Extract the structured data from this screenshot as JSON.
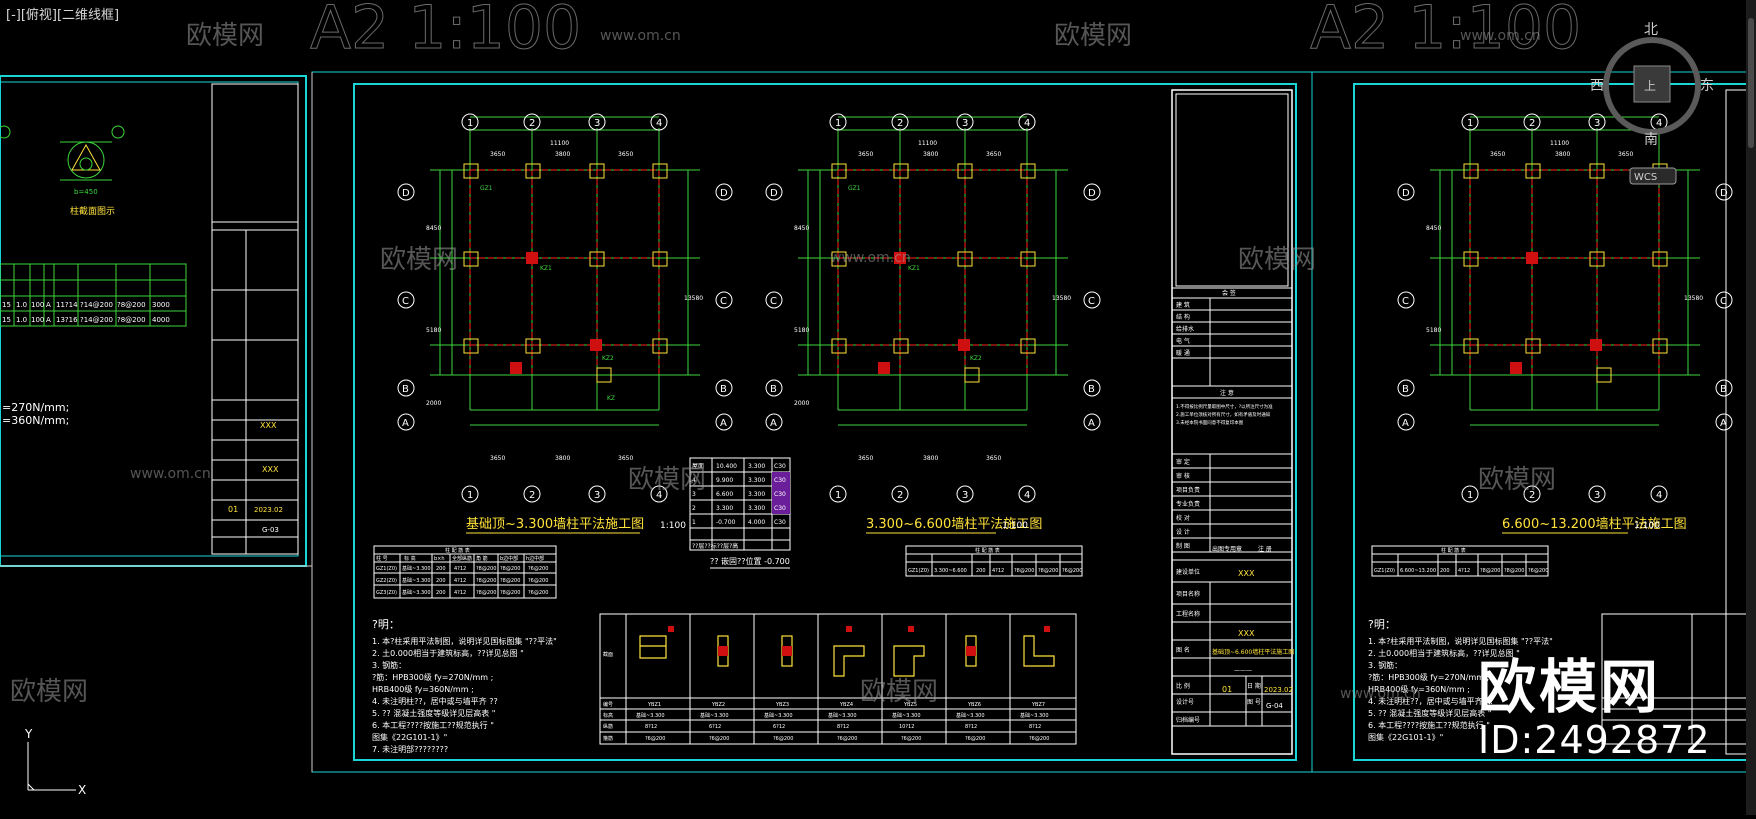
{
  "viewport": {
    "label": "[-][俯视][二维线框]"
  },
  "viewcube": {
    "north": "北",
    "south": "南",
    "east": "东",
    "west": "西",
    "top": "上",
    "wcs": "WCS"
  },
  "watermark": {
    "brand": "欧模网",
    "site": "www.om.cn",
    "id": "ID:2492872"
  },
  "sheet_codes": [
    "A2 1:100",
    "A2 1:100"
  ],
  "ucs": {
    "x": "X",
    "y": "Y"
  },
  "grid": {
    "cols": [
      "1",
      "2",
      "3",
      "4"
    ],
    "rows": [
      "A",
      "B",
      "C",
      "D"
    ],
    "total": "11100",
    "span_a": "3650",
    "span_b": "3800",
    "span_c": "3650",
    "left_dims": [
      "8450",
      "5180",
      "2000"
    ],
    "right_dim": "13580"
  },
  "plans": [
    {
      "title": "基础顶~3.300墙柱平法施工图",
      "scale": "1:100"
    },
    {
      "title": "3.300~6.600墙柱平法施工图",
      "scale": "1:100"
    },
    {
      "title": "6.600~13.200墙柱平法施工图",
      "scale": "1:100"
    }
  ],
  "labels": {
    "kz1": "KZ1",
    "kz2": "KZ2",
    "gz1": "GZ1",
    "kz": "KZ",
    "section_title": "柱截面图示"
  },
  "left_table": {
    "rows": [
      [
        "15",
        "1.0",
        "100",
        "A",
        "11?14",
        "?14@200",
        "?8@200",
        "3000"
      ],
      [
        "15",
        "1.0",
        "100",
        "A",
        "13?16",
        "?14@200",
        "?8@200",
        "4000"
      ]
    ]
  },
  "left_notes": [
    "=270N/mm;",
    "=360N/mm;"
  ],
  "left_titleblock": {
    "drawing_no": "G-03",
    "date": "2023.02",
    "rev": "01",
    "company": "XXX"
  },
  "elev_table": {
    "rows": [
      [
        "屋面",
        "10.400",
        "3.300",
        "C30"
      ],
      [
        "4",
        "9.900",
        "3.300",
        "C30"
      ],
      [
        "3",
        "6.600",
        "3.300",
        "C30"
      ],
      [
        "2",
        "3.300",
        "3.300",
        "C30"
      ],
      [
        "1",
        "-0.700",
        "4.000",
        "C30"
      ]
    ],
    "foot": "??层??标??层?高",
    "note": "?? 嵌固??位置 -0.700"
  },
  "col_table": {
    "title": "柱 配 筋 表",
    "header": [
      "柱 号",
      "标 高",
      "b×h",
      "全部纵筋",
      "角 筋",
      "b边中部",
      "h边中部",
      "箍 筋"
    ],
    "rows": [
      [
        "GZ1(Z0)",
        "基础~3.300",
        "200",
        "4?12",
        "?8@200",
        "?8@200",
        "?6@200"
      ],
      [
        "GZ2(Z0)",
        "基础~3.300",
        "200",
        "4?12",
        "?8@200",
        "?8@200",
        "?6@200"
      ],
      [
        "GZ3(Z0)",
        "基础~3.300",
        "200",
        "4?12",
        "?8@200",
        "?8@200",
        "?6@200"
      ]
    ]
  },
  "col_table_2": {
    "title": "柱 配 筋 表",
    "rows": [
      [
        "GZ1(Z0)",
        "3.300~6.600",
        "200",
        "4?12",
        "?8@200",
        "?8@200",
        "?6@200"
      ]
    ]
  },
  "col_table_3": {
    "title": "柱 配 筋 表",
    "rows": [
      [
        "GZ1(Z0)",
        "6.600~13.200",
        "200",
        "4?12",
        "?8@200",
        "?8@200",
        "?6@200"
      ]
    ]
  },
  "notes": {
    "title": "?明：",
    "lines": [
      "1. 本?柱采用平法制图，说明详见国标图集 \"??平法\"",
      "2. 土0.000相当于建筑标高，??详见总图 \"",
      "3. 钢筋：",
      "    ?筋：HPB300级  fy=270N/mm ;",
      "    HRB400级  fy=360N/mm ;",
      "4. 未注明柱??，居中或与墙平齐 ??",
      "5. ?? 混凝土强度等级详见层高表 \"",
      "6. 本工程????按施工??规范执行 \"",
      "    图集《22G101-1》\"",
      "7. 未注明部????????"
    ]
  },
  "detail_table": {
    "row_labels": [
      "截面",
      "编号",
      "标高",
      "纵筋",
      "箍筋"
    ],
    "cols": [
      [
        "YBZ1",
        "基础~3.300",
        "8?12",
        "?6@200"
      ],
      [
        "YBZ2",
        "基础~3.300",
        "6?12",
        "?6@200"
      ],
      [
        "YBZ3",
        "基础~3.300",
        "6?12",
        "?6@200"
      ],
      [
        "YBZ4",
        "基础~3.300",
        "8?12",
        "?6@200"
      ],
      [
        "YBZ5",
        "基础~3.300",
        "10?12",
        "?6@200"
      ],
      [
        "YBZ6",
        "基础~3.300",
        "8?12",
        "?6@200"
      ],
      [
        "YBZ7",
        "基础~3.300",
        "8?12",
        "?6@200"
      ]
    ]
  },
  "titleblock": {
    "header": "会 签",
    "sign_rows": [
      "建 筑",
      "结 构",
      "给排水",
      "电 气",
      "暖 通"
    ],
    "notes_title": "注 意",
    "notes_lines": [
      "1.不得按比例尺量取图中尺寸，?以所注尺寸为准",
      "2.施工单位须核对所有尺寸，如有矛盾及时通知",
      "3.未经本院书面同意不得复印本图"
    ],
    "fields": [
      "审 定",
      "审 核",
      "项目负责",
      "专业负责",
      "校 对",
      "设 计",
      "制 图"
    ],
    "stamp_cols": [
      "出图专用章",
      "注 册"
    ],
    "company_label": "建设单位",
    "company": "XXX",
    "project_label": "项目名称",
    "project_label_2": "工程名称",
    "drawing_label": "图 名",
    "drawing_name": "基础顶~6.600墙柱平法施工图",
    "scale_label": "比 例",
    "rev": "01",
    "date_label": "日 期",
    "date": "2023.02",
    "sheet_label": "图 号",
    "sheet_no": "G-04",
    "design_label": "设计号",
    "proj_no": "———",
    "archive_label": "归档编号"
  }
}
